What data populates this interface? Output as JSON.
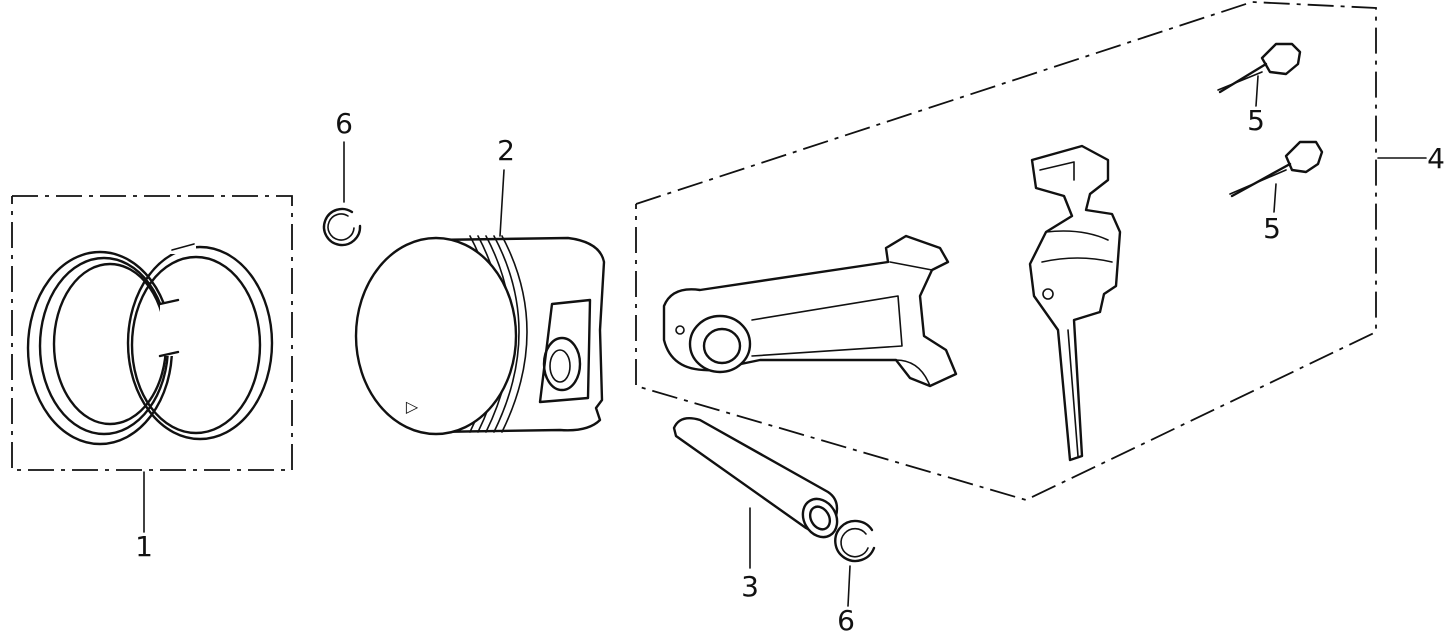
{
  "callouts": {
    "piston_ring_set": "1",
    "piston": "2",
    "piston_pin": "3",
    "connecting_rod_assembly": "4",
    "bolt_upper": "5",
    "bolt_lower": "5",
    "pin_clip_upper": "6",
    "pin_clip_lower": "6"
  },
  "piston_mark": "▷"
}
